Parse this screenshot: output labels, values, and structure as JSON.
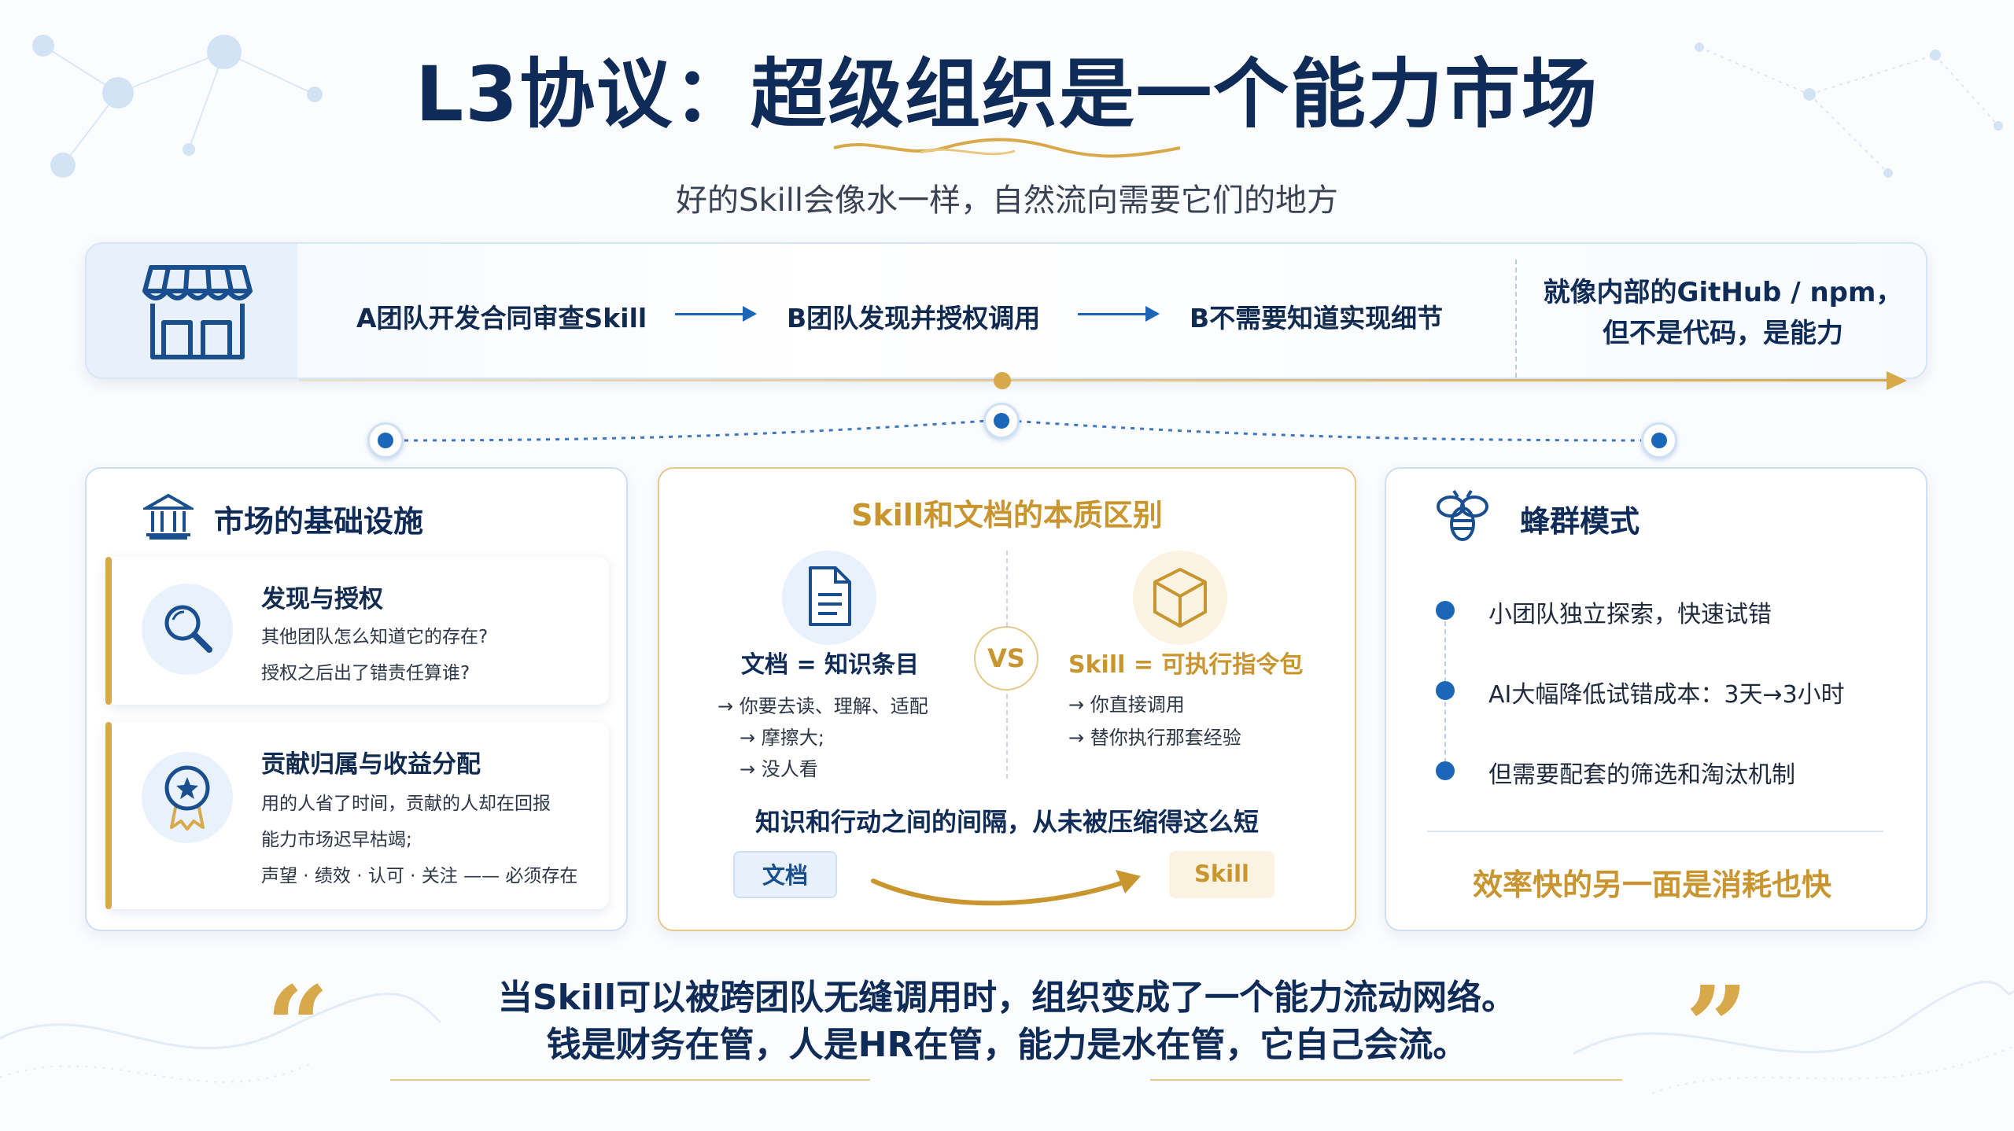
{
  "title": "L3协议：超级组织是一个能力市场",
  "subtitle": "好的Skill会像水一样，自然流向需要它们的地方",
  "banner": {
    "steps": [
      "A团队开发合同审查Skill",
      "B团队发现并授权调用",
      "B不需要知道实现细节"
    ],
    "note_line1": "就像内部的GitHub / npm，",
    "note_line2": "但不是代码，是能力"
  },
  "left_card": {
    "title": "市场的基础设施",
    "items": [
      {
        "title": "发现与授权",
        "lines": [
          "其他团队怎么知道它的存在?",
          "授权之后出了错责任算谁?"
        ]
      },
      {
        "title": "贡献归属与收益分配",
        "lines": [
          "用的人省了时间，贡献的人却在回报",
          "能力市场迟早枯竭;",
          "声望 · 绩效 · 认可 · 关注 —— 必须存在"
        ]
      }
    ]
  },
  "middle_card": {
    "title": "Skill和文档的本质区别",
    "left_label": "文档 = 知识条目",
    "left_lines": [
      "→ 你要去读、理解、适配",
      "→ 摩擦大;",
      "→ 没人看"
    ],
    "vs": "VS",
    "right_label": "Skill = 可执行指令包",
    "right_lines": [
      "→ 你直接调用",
      "→ 替你执行那套经验"
    ],
    "summary": "知识和行动之间的间隔，从未被压缩得这么短",
    "pill_left": "文档",
    "pill_right": "Skill"
  },
  "right_card": {
    "title": "蜂群模式",
    "items": [
      "小团队独立探索，快速试错",
      "AI大幅降低试错成本：3天→3小时",
      "但需要配套的筛选和淘汰机制"
    ],
    "footer": "效率快的另一面是消耗也快"
  },
  "quote": {
    "line1": "当Skill可以被跨团队无缝调用时，组织变成了一个能力流动网络。",
    "line2": "钱是财务在管，人是HR在管，能力是水在管，它自己会流。",
    "open_mark": "“",
    "close_mark": "”"
  },
  "colors": {
    "navy": "#0f2b57",
    "blue": "#1c66b8",
    "gold": "#d8a94a",
    "gold_text": "#c9952f"
  },
  "icons": [
    "storefront-icon",
    "bank-icon",
    "search-icon",
    "award-medal-icon",
    "document-icon",
    "cube-package-icon",
    "bee-icon",
    "quote-icon"
  ]
}
